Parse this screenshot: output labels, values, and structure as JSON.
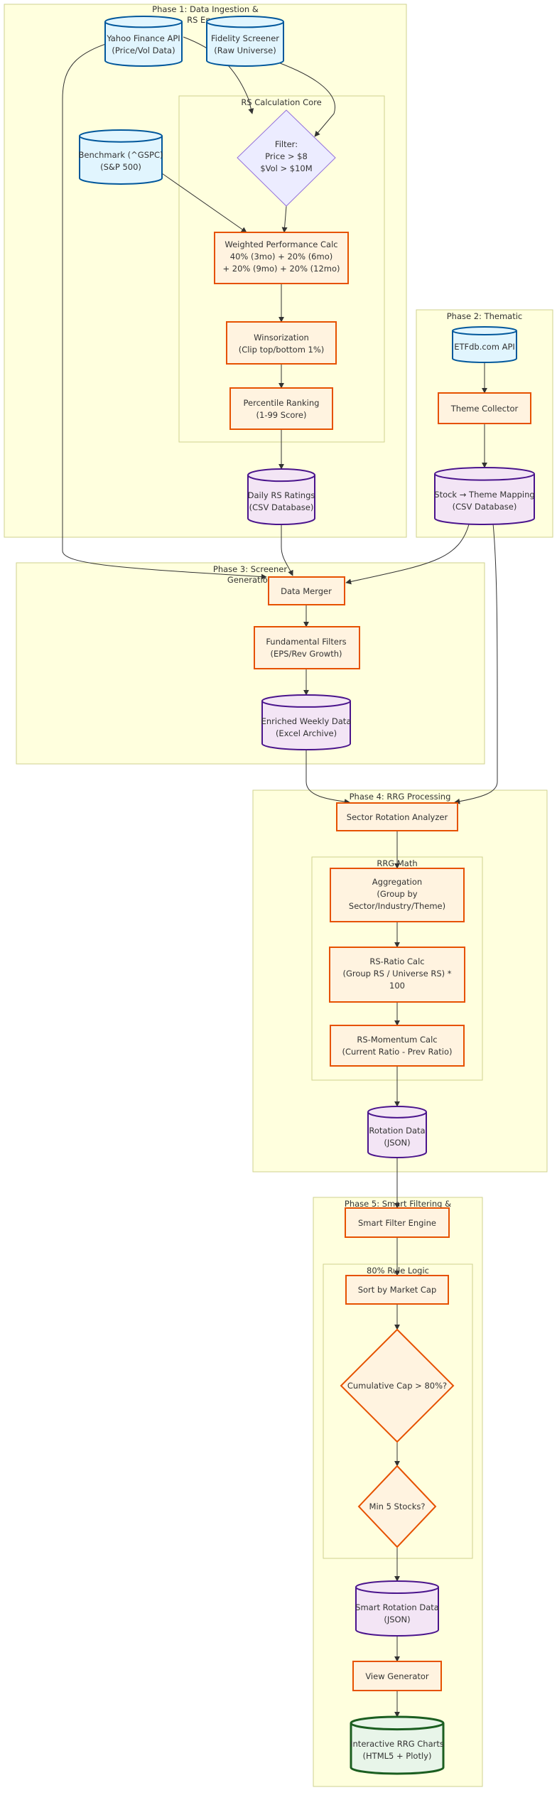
{
  "subgraphs": {
    "phase1": [
      "Phase 1: Data Ingestion &",
      "RS Eng..."
    ],
    "rs_core": [
      "RS Calculation Core"
    ],
    "phase2": [
      "Phase 2: Thematic"
    ],
    "phase3": [
      "Phase 3: Screener",
      "Generation"
    ],
    "phase4": [
      "Phase 4: RRG Processing"
    ],
    "rrg_math": [
      "RRG Math"
    ],
    "phase5": [
      "Phase 5: Smart Filtering &"
    ],
    "rule80": [
      "80% Rule Logic"
    ]
  },
  "nodes": {
    "yahoo": [
      "Yahoo Finance API",
      "(Price/Vol Data)"
    ],
    "fidelity": [
      "Fidelity Screener",
      "(Raw Universe)"
    ],
    "benchmark": [
      "Benchmark (^GSPC)",
      "(S&P 500)"
    ],
    "filter": [
      "Filter:",
      "Price > $8",
      "$Vol > $10M"
    ],
    "weighted": [
      "Weighted Performance Calc",
      "40% (3mo) + 20% (6mo)",
      "+ 20% (9mo) + 20% (12mo)"
    ],
    "winsor": [
      "Winsorization",
      "(Clip top/bottom 1%)"
    ],
    "percentile": [
      "Percentile Ranking",
      "(1-99 Score)"
    ],
    "daily_rs": [
      "Daily RS Ratings",
      "(CSV Database)"
    ],
    "etfdb": [
      "ETFdb.com API"
    ],
    "theme_collector": [
      "Theme Collector"
    ],
    "theme_map": [
      "Stock → Theme Mapping",
      "(CSV Database)"
    ],
    "merger": [
      "Data Merger"
    ],
    "fundamental": [
      "Fundamental Filters",
      "(EPS/Rev Growth)"
    ],
    "enriched": [
      "Enriched Weekly Data",
      "(Excel Archive)"
    ],
    "sector_rot": [
      "Sector Rotation Analyzer"
    ],
    "aggregation": [
      "Aggregation",
      "(Group by",
      "Sector/Industry/Theme)"
    ],
    "rs_ratio": [
      "RS-Ratio Calc",
      "(Group RS / Universe RS) *",
      "100"
    ],
    "rs_mom": [
      "RS-Momentum Calc",
      "(Current Ratio - Prev Ratio)"
    ],
    "rotation_data": [
      "Rotation Data",
      "(JSON)"
    ],
    "smart_filter": [
      "Smart Filter Engine"
    ],
    "sort_cap": [
      "Sort by Market Cap"
    ],
    "cum_cap": [
      "Cumulative Cap > 80%?"
    ],
    "min5": [
      "Min 5 Stocks?"
    ],
    "smart_rot": [
      "Smart Rotation Data",
      "(JSON)"
    ],
    "view_gen": [
      "View Generator"
    ],
    "charts": [
      "Interactive RRG Charts",
      "(HTML5 + Plotly)"
    ]
  },
  "colors": {
    "subgraph_fill": "#ffffde",
    "subgraph_stroke": "#cfd28f",
    "source_fill": "#e1f5fe",
    "source_stroke": "#01579b",
    "process_fill": "#fff3e0",
    "process_stroke": "#e65100",
    "store_fill": "#f3e5f5",
    "store_stroke": "#4a148c",
    "decision_fill": "#ececff",
    "decision_stroke": "#9370db",
    "output_fill": "#e8f5e9",
    "output_stroke": "#1b5e20",
    "edge": "#333333"
  }
}
